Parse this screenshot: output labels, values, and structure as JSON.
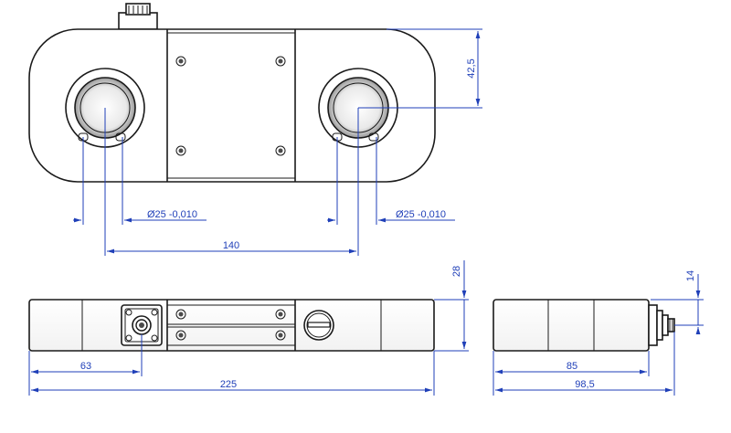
{
  "dimensions": {
    "height_top": "42,5",
    "bore_left": "Ø25  -0,010",
    "bore_right": "Ø25  -0,010",
    "bore_spacing": "140",
    "side_height": "28",
    "connector_offset": "63",
    "overall_length": "225",
    "end_height": "14",
    "end_width": "85",
    "end_total": "98,5"
  },
  "colors": {
    "dimension": "#1f3fb8",
    "outline": "#1a1a1a"
  }
}
